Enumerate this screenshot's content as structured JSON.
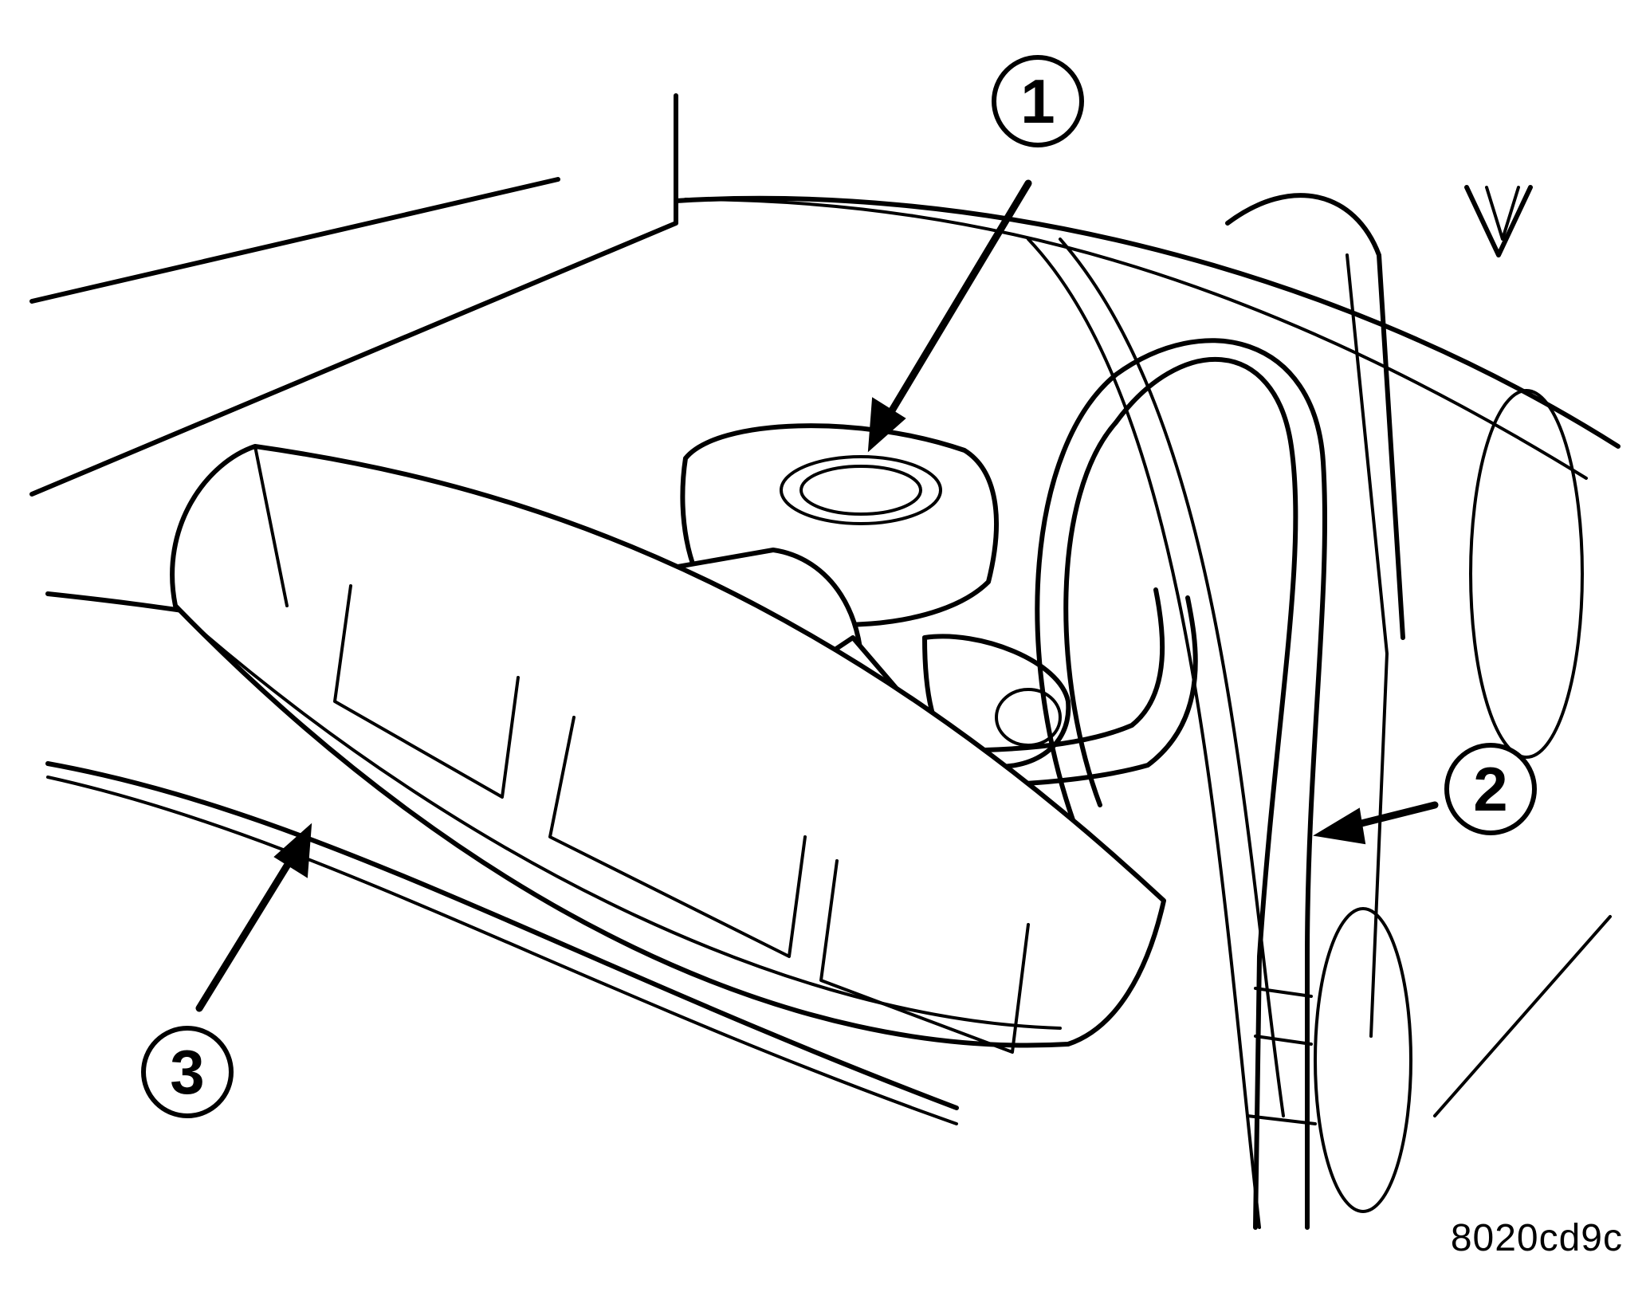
{
  "callouts": [
    {
      "label": "1"
    },
    {
      "label": "2"
    },
    {
      "label": "3"
    }
  ],
  "figure_id": "8020cd9c",
  "colors": {
    "ink": "#000000",
    "paper": "#ffffff"
  }
}
